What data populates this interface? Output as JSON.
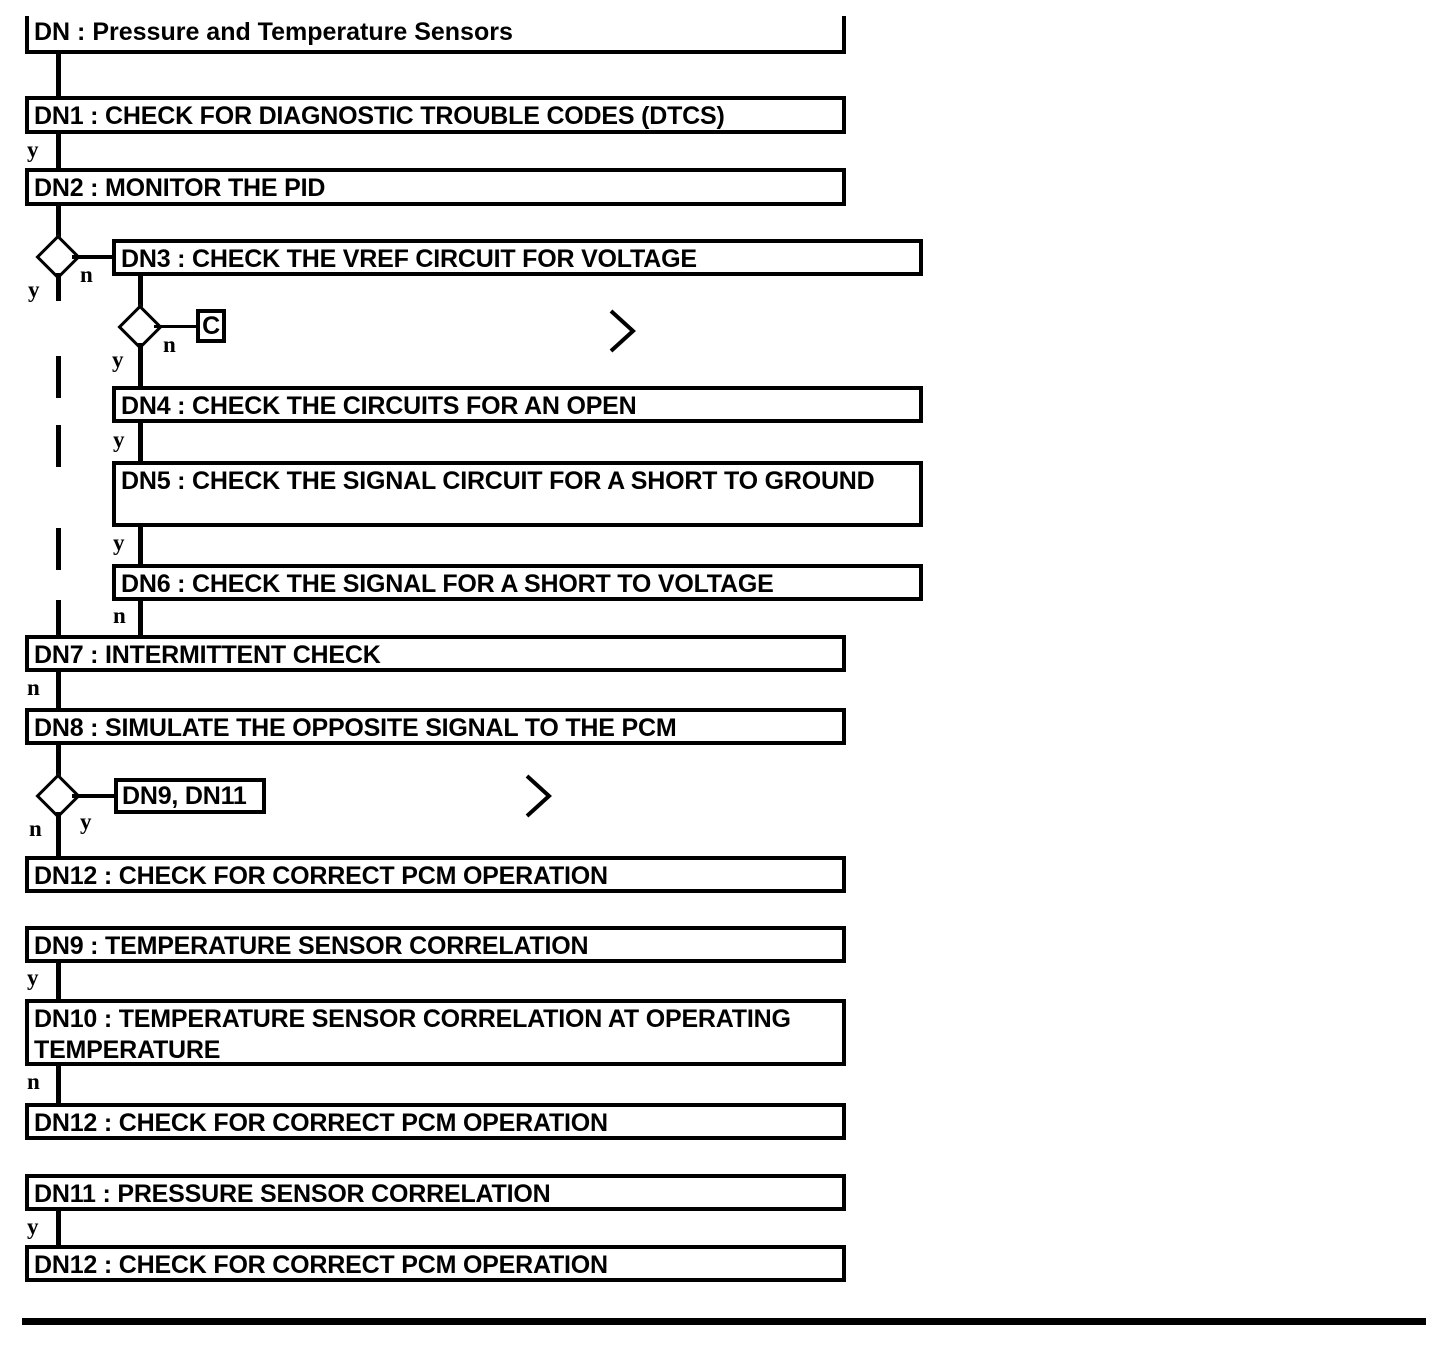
{
  "diagram": {
    "title": "DN : Pressure and Temperature Sensors",
    "type": "diagnostic-flowchart",
    "footer_rule": true
  },
  "nodes": {
    "title": "DN : Pressure and Temperature Sensors",
    "dn1": "DN1 : CHECK FOR DIAGNOSTIC TROUBLE CODES (DTCS)",
    "dn2": "DN2 : MONITOR THE PID",
    "dn3": "DN3 : CHECK THE VREF CIRCUIT FOR VOLTAGE",
    "connector_c": "C",
    "dn4": "DN4 : CHECK THE CIRCUITS FOR AN OPEN",
    "dn5": "DN5 : CHECK THE SIGNAL CIRCUIT FOR A SHORT TO GROUND",
    "dn6": "DN6 : CHECK THE SIGNAL FOR A SHORT TO VOLTAGE",
    "dn7": "DN7 : INTERMITTENT CHECK",
    "dn8": "DN8 : SIMULATE THE OPPOSITE SIGNAL TO THE PCM",
    "dn9_dn11_ref": "DN9, DN11",
    "dn12_a": "DN12 : CHECK FOR CORRECT PCM OPERATION",
    "dn9": "DN9 : TEMPERATURE SENSOR CORRELATION",
    "dn10": "DN10 : TEMPERATURE SENSOR CORRELATION AT OPERATING TEMPERATURE",
    "dn12_b": "DN12 : CHECK FOR CORRECT PCM OPERATION",
    "dn11": "DN11 : PRESSURE SENSOR CORRELATION",
    "dn12_c": "DN12 : CHECK FOR CORRECT PCM OPERATION"
  },
  "branch_labels": {
    "dn1_to_dn2": "y",
    "diamond1_yes": "y",
    "diamond1_no": "n",
    "diamond2_yes": "y",
    "diamond2_no": "n",
    "dn4_to_dn5": "y",
    "dn5_to_dn6": "y",
    "dn6_to_dn7": "n",
    "dn7_to_dn8": "n",
    "diamond3_no": "n",
    "diamond3_yes": "y",
    "dn9_to_dn10": "y",
    "dn10_to_dn12": "n",
    "dn11_to_dn12": "y"
  },
  "icons": {
    "chevron_right_1": "chevron-right-icon",
    "chevron_right_2": "chevron-right-icon",
    "decision_diamond": "decision-diamond-icon"
  },
  "colors": {
    "ink": "#000000",
    "paper": "#ffffff"
  }
}
